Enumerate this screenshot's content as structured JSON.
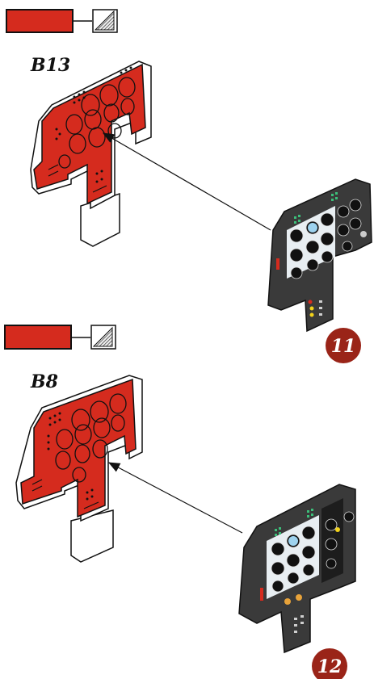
{
  "colors": {
    "part_red": "#d52b1e",
    "panel_dark": "#3a3a3a",
    "badge": "#9a2418"
  },
  "steps": [
    {
      "part": "B13",
      "step": "11"
    },
    {
      "part": "B8",
      "step": "12"
    }
  ]
}
